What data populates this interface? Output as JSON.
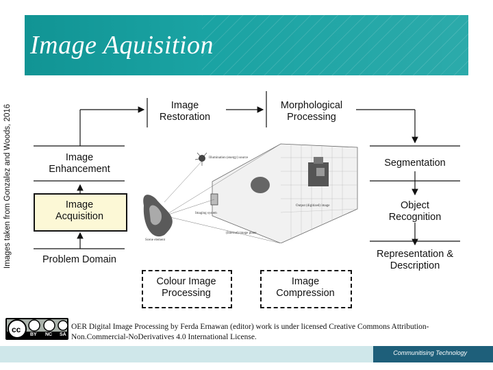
{
  "slide": {
    "title": "Image Aquisition",
    "side_credit": "Images taken from Gonzalez and Woods, 2016"
  },
  "diagram": {
    "left_column": [
      "Image Enhancement",
      "Image Acquisition",
      "Problem Domain"
    ],
    "top_row": [
      "Image Restoration",
      "Morphological Processing"
    ],
    "right_column": [
      "Segmentation",
      "Object Recognition",
      "Representation & Description"
    ],
    "bottom_row": [
      "Colour Image Processing",
      "Image Compression"
    ],
    "illustration_labels": {
      "illumination": "Illumination (energy) source",
      "output": "Output (digitized) image",
      "imaging_system": "Imaging system",
      "image_plane": "(Internal) image plane",
      "scene": "Scene element"
    }
  },
  "license": {
    "text": "OER Digital Image Processing by Ferda Ernawan (editor) work is under licensed Creative Commons Attribution-Non.Commercial-NoDerivatives 4.0 International License.",
    "badge": [
      "BY",
      "NC",
      "SA"
    ]
  },
  "footer": {
    "motto": "Communitising Technology"
  }
}
